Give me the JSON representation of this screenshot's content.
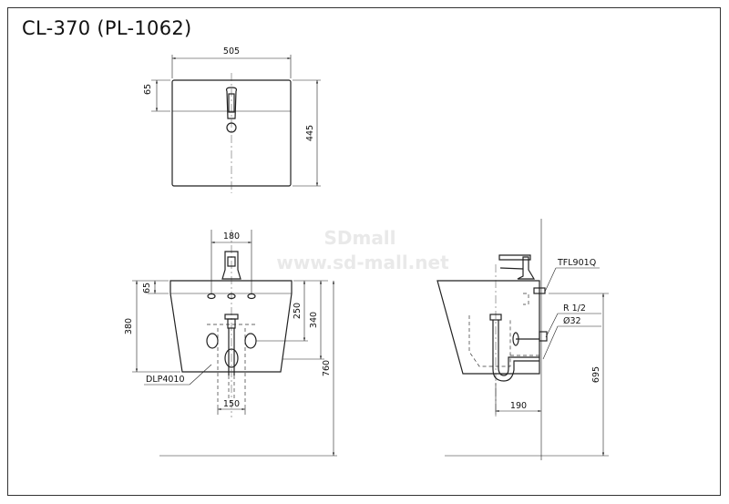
{
  "title": "CL-370 (PL-1062)",
  "watermark": {
    "line1": "SDmall",
    "line2": "www.sd-mall.net"
  },
  "top_view": {
    "width_label": "505",
    "top_offset_label": "65",
    "depth_label": "445"
  },
  "front_view": {
    "faucet_spacing_label": "180",
    "top_offset_label": "65",
    "height_label": "380",
    "drain_label": "250",
    "outlet_label": "340",
    "floor_label": "760",
    "trap_spacing_label": "150",
    "drain_part_label": "DLP4010"
  },
  "side_view": {
    "faucet_part_label": "TFL901Q",
    "supply_label": "R 1/2",
    "pipe_label": "Ø32",
    "wall_offset_label": "190",
    "height_label": "695"
  }
}
